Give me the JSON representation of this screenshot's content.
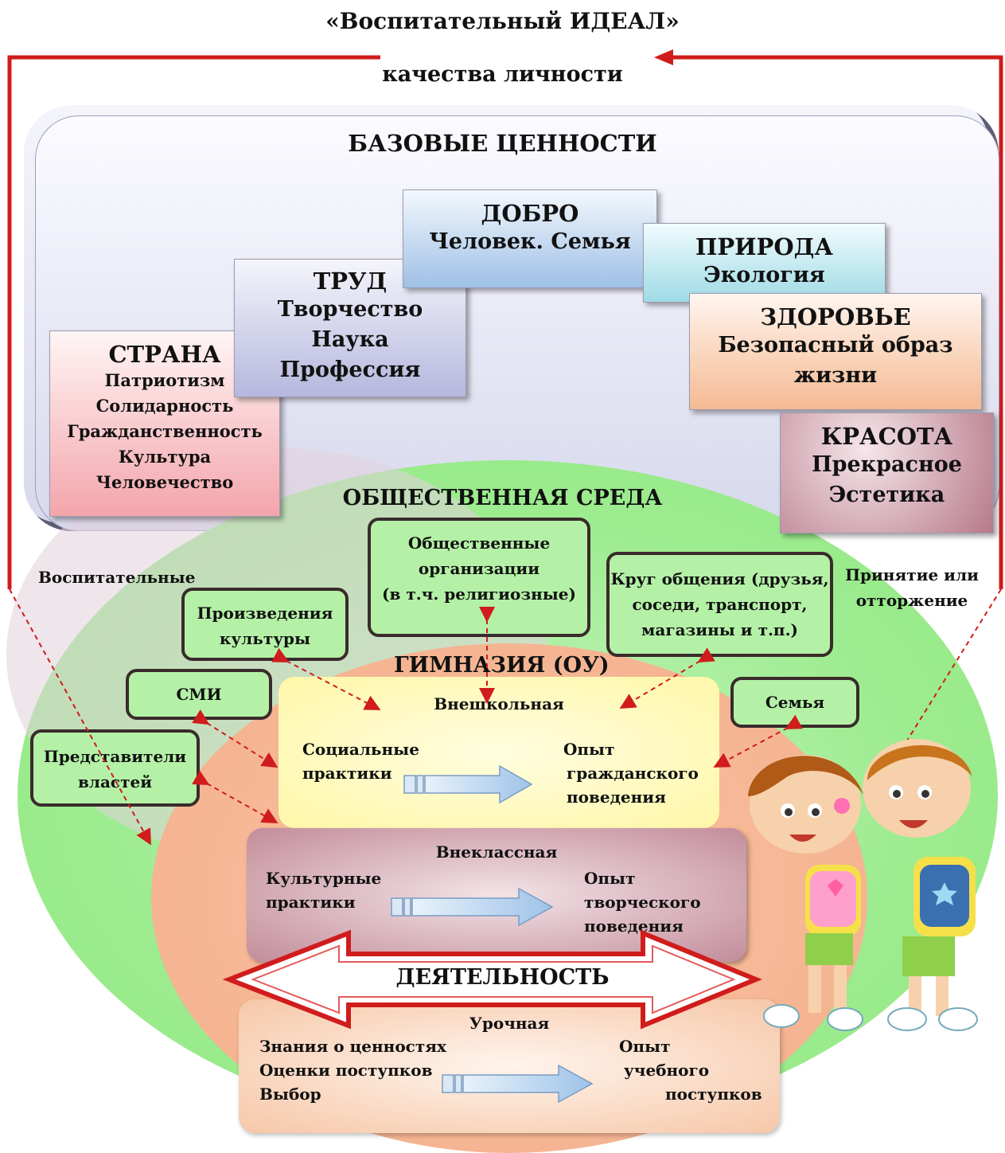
{
  "title": "«Воспитательный ИДЕАЛ»",
  "qualities": "качества личности",
  "base_values": {
    "title": "БАЗОВЫЕ ЦЕННОСТИ",
    "country": {
      "head": "СТРАНА",
      "items": [
        "Патриотизм",
        "Солидарность",
        "Гражданственность",
        "Культура",
        "Человечество"
      ]
    },
    "labor": {
      "head": "ТРУД",
      "items": [
        "Творчество",
        "Наука",
        "Профессия"
      ]
    },
    "good": {
      "head": "ДОБРО",
      "items": [
        "Человек. Семья"
      ]
    },
    "nature": {
      "head": "ПРИРОДА",
      "items": [
        "Экология"
      ]
    },
    "health": {
      "head": "ЗДОРОВЬЕ",
      "items": [
        "Безопасный  образ",
        "жизни"
      ]
    },
    "beauty": {
      "head": "КРАСОТА",
      "items": [
        "Прекрасное",
        "Эстетика"
      ]
    }
  },
  "environment": {
    "title": "ОБЩЕСТВЕННАЯ СРЕДА",
    "nodes": {
      "orgs": [
        "Общественные",
        "организации",
        "(в т.ч. религиозные)"
      ],
      "circle": [
        "Круг общения (друзья,",
        "соседи, транспорт,",
        "магазины и т.п.)"
      ],
      "culture": [
        "Произведения",
        "культуры"
      ],
      "media": [
        "СМИ"
      ],
      "authorities": [
        "Представители",
        "властей"
      ],
      "family": [
        "Семья"
      ]
    },
    "left_label": "Воспитательные",
    "right_label": [
      "Принятие или",
      "отторжение"
    ]
  },
  "gymnasium": {
    "title": "ГИМНАЗИЯ (ОУ)",
    "extracurricular_out": {
      "label": "Внешкольная",
      "left": [
        "Социальные",
        "практики"
      ],
      "right": [
        "Опыт",
        "гражданского",
        "поведения"
      ]
    },
    "extracurricular_in": {
      "label": "Внеклассная",
      "left": [
        "Культурные",
        "практики"
      ],
      "right": [
        "Опыт",
        "творческого",
        "поведения"
      ]
    },
    "activity": "ДЕЯТЕЛЬНОСТЬ",
    "lesson": {
      "label": "Урочная",
      "left": [
        "Знания о ценностях",
        "Оценки поступков",
        "Выбор"
      ],
      "right": [
        "Опыт",
        "учебного",
        "поступков"
      ]
    }
  },
  "colors": {
    "red_line": "#d01c1c",
    "green_env": "#9fec92",
    "orange_gym": "#f3ae8b",
    "node_border": "#3a2b2b"
  }
}
